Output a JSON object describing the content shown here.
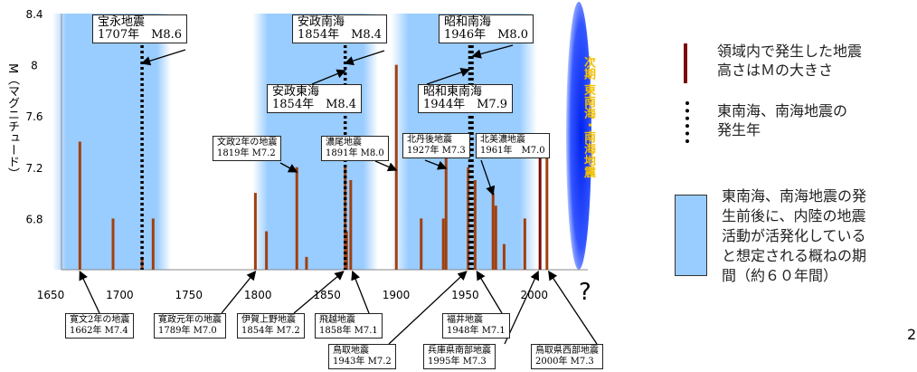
{
  "chart_data": {
    "type": "bar",
    "ylabel": "M（マグニチュード）",
    "ylim": [
      6.4,
      8.4
    ],
    "yticks": [
      "8.4",
      "8",
      "7.6",
      "7.2",
      "6.8"
    ],
    "xlim": [
      1650,
      2030
    ],
    "xticks": [
      "1650",
      "1700",
      "1750",
      "1800",
      "1850",
      "1900",
      "1950",
      "2000"
    ],
    "x_unknown_label": "?",
    "active_periods": [
      [
        1650,
        1720
      ],
      [
        1795,
        1870
      ],
      [
        1895,
        1985
      ]
    ],
    "next_event_label": "次期 東南海・南海地震",
    "inland_quakes": [
      {
        "year": 1662,
        "m": 7.4
      },
      {
        "year": 1686,
        "m": 6.8
      },
      {
        "year": 1707,
        "m": 6.5
      },
      {
        "year": 1715,
        "m": 6.8
      },
      {
        "year": 1789,
        "m": 7.0
      },
      {
        "year": 1797,
        "m": 6.7
      },
      {
        "year": 1819,
        "m": 7.2
      },
      {
        "year": 1826,
        "m": 6.5
      },
      {
        "year": 1854,
        "m": 7.2
      },
      {
        "year": 1855,
        "m": 6.7
      },
      {
        "year": 1858,
        "m": 7.1
      },
      {
        "year": 1891,
        "m": 8.0
      },
      {
        "year": 1909,
        "m": 6.8
      },
      {
        "year": 1925,
        "m": 6.8
      },
      {
        "year": 1927,
        "m": 7.3
      },
      {
        "year": 1943,
        "m": 7.2
      },
      {
        "year": 1948,
        "m": 7.1
      },
      {
        "year": 1961,
        "m": 7.0
      },
      {
        "year": 1963,
        "m": 6.9
      },
      {
        "year": 1969,
        "m": 6.6
      },
      {
        "year": 1984,
        "m": 6.8
      },
      {
        "year": 1995,
        "m": 7.3,
        "dark": true
      },
      {
        "year": 2000,
        "m": 7.3
      }
    ],
    "trench_quakes": [
      {
        "year": 1707
      },
      {
        "year": 1854
      },
      {
        "year": 1945
      }
    ],
    "callouts": {
      "hoei": {
        "name": "宝永地震",
        "info": "1707年　M8.6"
      },
      "ansei_nankai": {
        "name": "安政南海",
        "info": "1854年　M8.4"
      },
      "showa_nankai": {
        "name": "昭和南海",
        "info": "1946年　M8.0"
      },
      "ansei_tokai": {
        "name": "安政東海",
        "info": "1854年　M8.4"
      },
      "showa_tonankai": {
        "name": "昭和東南海",
        "info": "1944年　M7.9"
      },
      "bunsei": {
        "name": "文政2年の地震",
        "info": "1819年 M7.2"
      },
      "nobi": {
        "name": "濃尾地震",
        "info": "1891年 M8.0"
      },
      "kitatango": {
        "name": "北丹後地震",
        "info": "1927年 M7.3"
      },
      "kitamino": {
        "name": "北美濃地震",
        "info": "1961年　M7.0"
      },
      "kanbun": {
        "name": "寛文2年の地震",
        "info": "1662年 M7.4"
      },
      "kansei": {
        "name": "寛政元年の地震",
        "info": "1789年 M7.0"
      },
      "iga": {
        "name": "伊賀上野地震",
        "info": "1854年 M7.2"
      },
      "hietsu": {
        "name": "飛越地震",
        "info": "1858年 M7.1"
      },
      "fukui": {
        "name": "福井地震",
        "info": "1948年 M7.1"
      },
      "tottori": {
        "name": "鳥取地震",
        "info": "1943年 M7.2"
      },
      "hyogo": {
        "name": "兵庫県南部地震",
        "info": "1995年 M7.3"
      },
      "tottori_w": {
        "name": "鳥取県西部地震",
        "info": "2000年 M7.3"
      }
    }
  },
  "legend": {
    "bar_line1": "領域内で発生した地震",
    "bar_line2": "高さはＭの大きさ",
    "dot_line1": "東南海、南海地震の",
    "dot_line2": "発生年",
    "band_lines": [
      "東南海、南海地震の発",
      "生前後に、内陸の地震",
      "活動が活発化している",
      "と想定される概ねの期",
      "間（約６０年間）"
    ]
  },
  "colors": {
    "bar": "#a0400f",
    "dark_bar": "#7a0a0a",
    "band": "#99ccff",
    "next": "#0022ee"
  },
  "page_number": "2"
}
